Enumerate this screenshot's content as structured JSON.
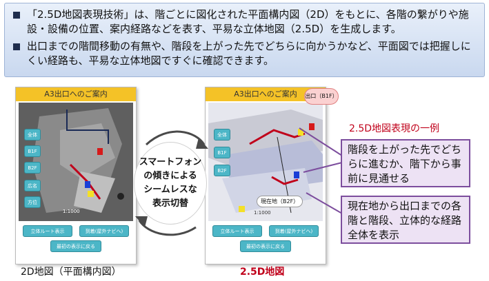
{
  "intro": {
    "bullet1": "「2.5D地図表現技術」は、階ごとに図化された平面構内図（2D）をもとに、各階の繋がりや施設・設備の位置、案内経路などを表す、平易な立体地図（2.5D）を生成します。",
    "bullet2": "出口までの階間移動の有無や、階段を上がった先でどちらに向かうかなど、平面図では把握しにくい経路も、平易な立体地図ですぐに確認できます。"
  },
  "phone_left": {
    "header": "A3出口へのご案内",
    "floors": [
      "全体",
      "B1F",
      "B2F",
      "広名",
      "方位"
    ],
    "btn_route": "立体ルート表示",
    "btn_arrive": "到着(屋外ナビへ)",
    "btn_back": "最初の表示に戻る",
    "scale": "1:1000"
  },
  "phone_right": {
    "header": "A3出口へのご案内",
    "floors": [
      "全体",
      "B1F",
      "B2F"
    ],
    "btn_route": "立体ルート表示",
    "btn_arrive": "到着(屋外ナビへ)",
    "btn_back": "最初の表示に戻る",
    "scale": "1:1000"
  },
  "center": {
    "text_line1": "スマートフォン",
    "text_line2": "の傾きによる",
    "text_line3": "シームレスな",
    "text_line4": "表示切替"
  },
  "labels": {
    "exit": "出口（B1F）",
    "current": "現在地（B2F）",
    "caption_left": "2D地図（平面構内図）",
    "caption_right": "2.5D地図",
    "example_title": "2.5D地図表現の一例",
    "callout1": "階段を上がった先でどちらに進むか、階下から事前に見通せる",
    "callout2": "現在地から出口までの各階と階段、立体的な経路全体を表示"
  },
  "colors": {
    "accent": "#4cb6c7",
    "header": "#f4c227",
    "route": "#c0001a",
    "callout_border": "#7c4d9d"
  }
}
